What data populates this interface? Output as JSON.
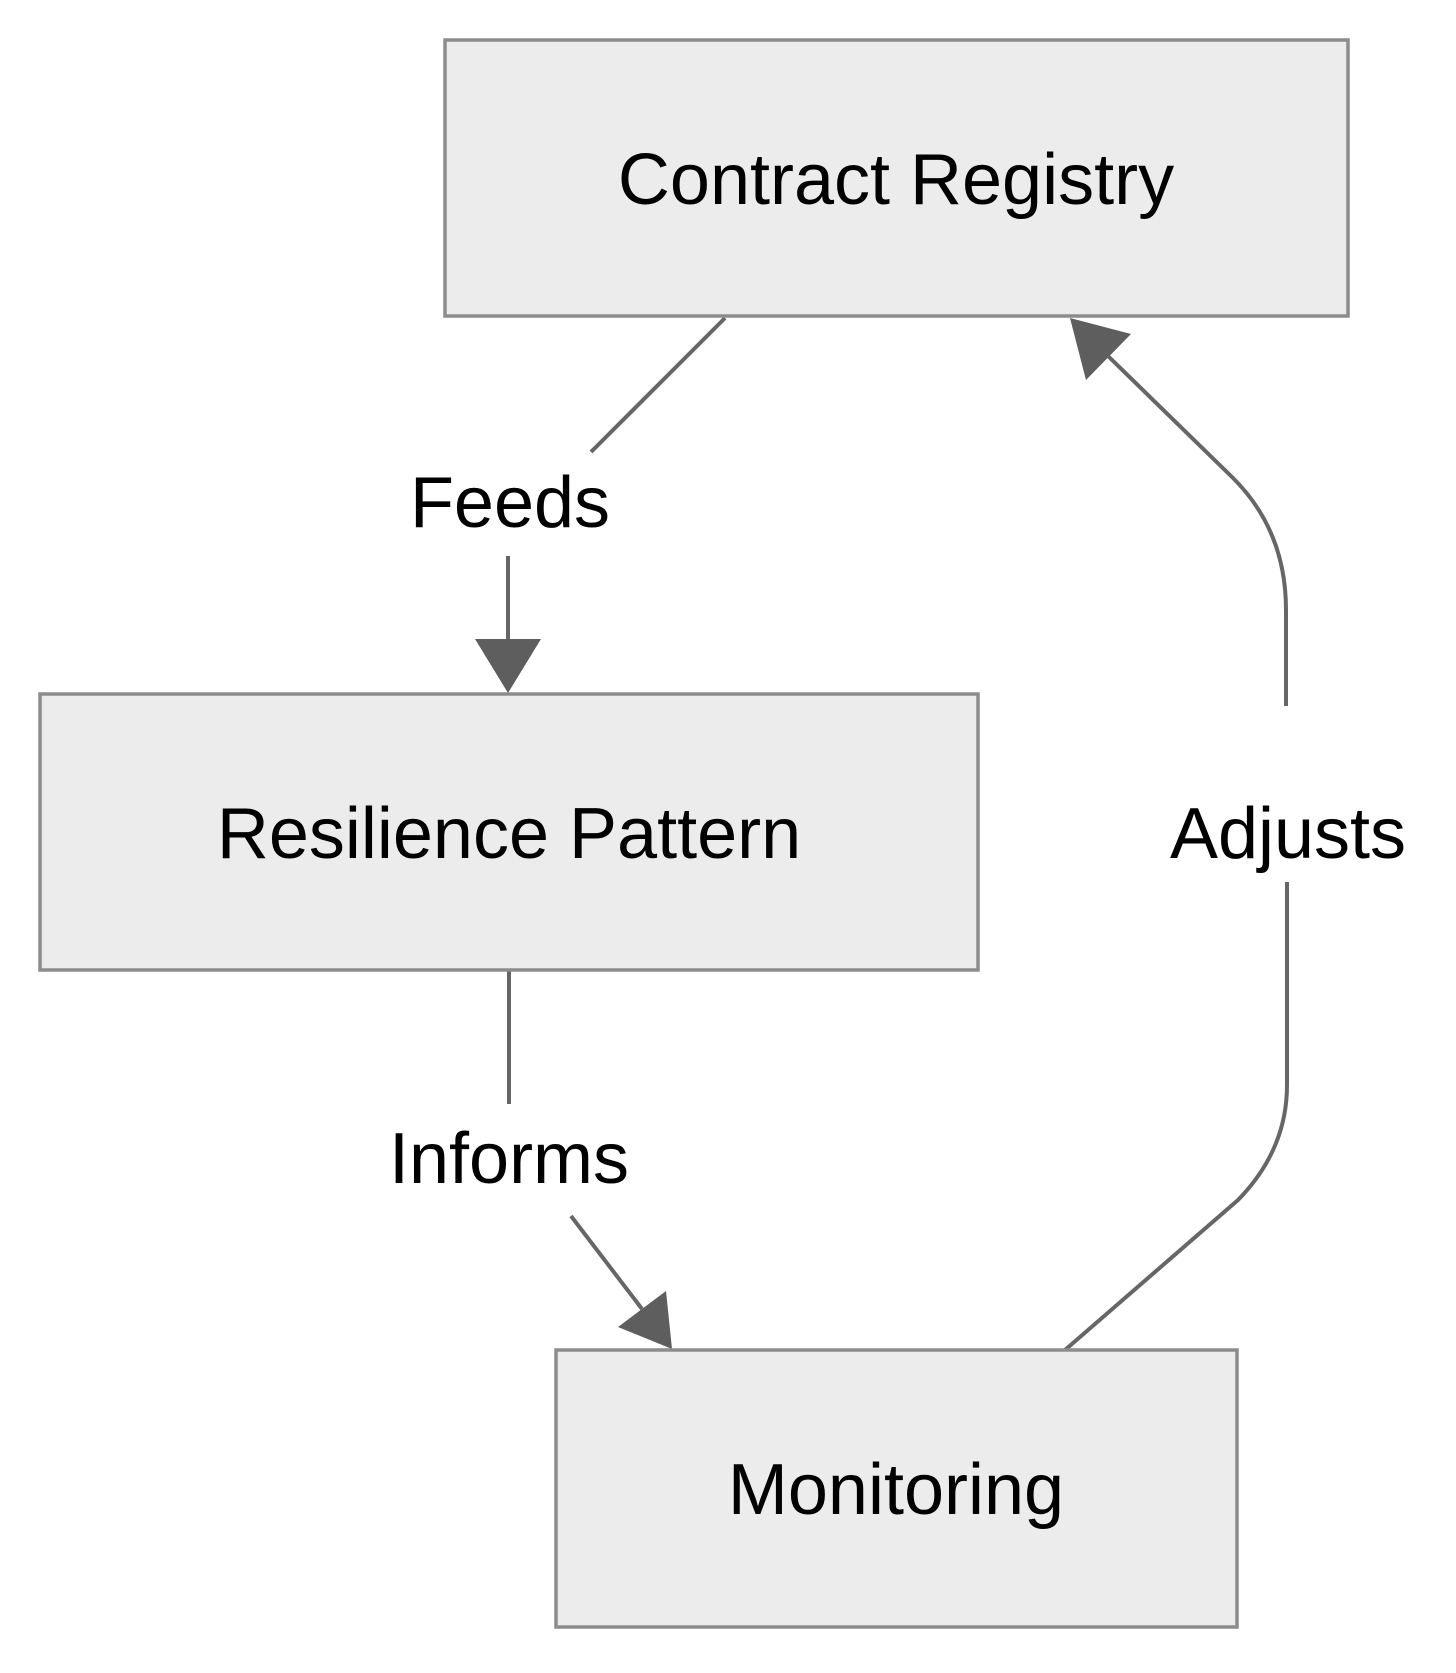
{
  "diagram": {
    "type": "flowchart",
    "nodes": [
      {
        "id": "contract-registry",
        "label": "Contract Registry"
      },
      {
        "id": "resilience-pattern",
        "label": "Resilience Pattern"
      },
      {
        "id": "monitoring",
        "label": "Monitoring"
      }
    ],
    "edges": [
      {
        "from": "Contract Registry",
        "to": "Resilience Pattern",
        "label": "Feeds"
      },
      {
        "from": "Resilience Pattern",
        "to": "Monitoring",
        "label": "Informs"
      },
      {
        "from": "Monitoring",
        "to": "Contract Registry",
        "label": "Adjusts"
      }
    ],
    "colors": {
      "background": "#ffffff",
      "node_fill": "#ececec",
      "node_border": "#8c8c8c",
      "edge_line": "#666666",
      "arrowhead": "#5e5e5e",
      "label_text": "#000000"
    }
  }
}
